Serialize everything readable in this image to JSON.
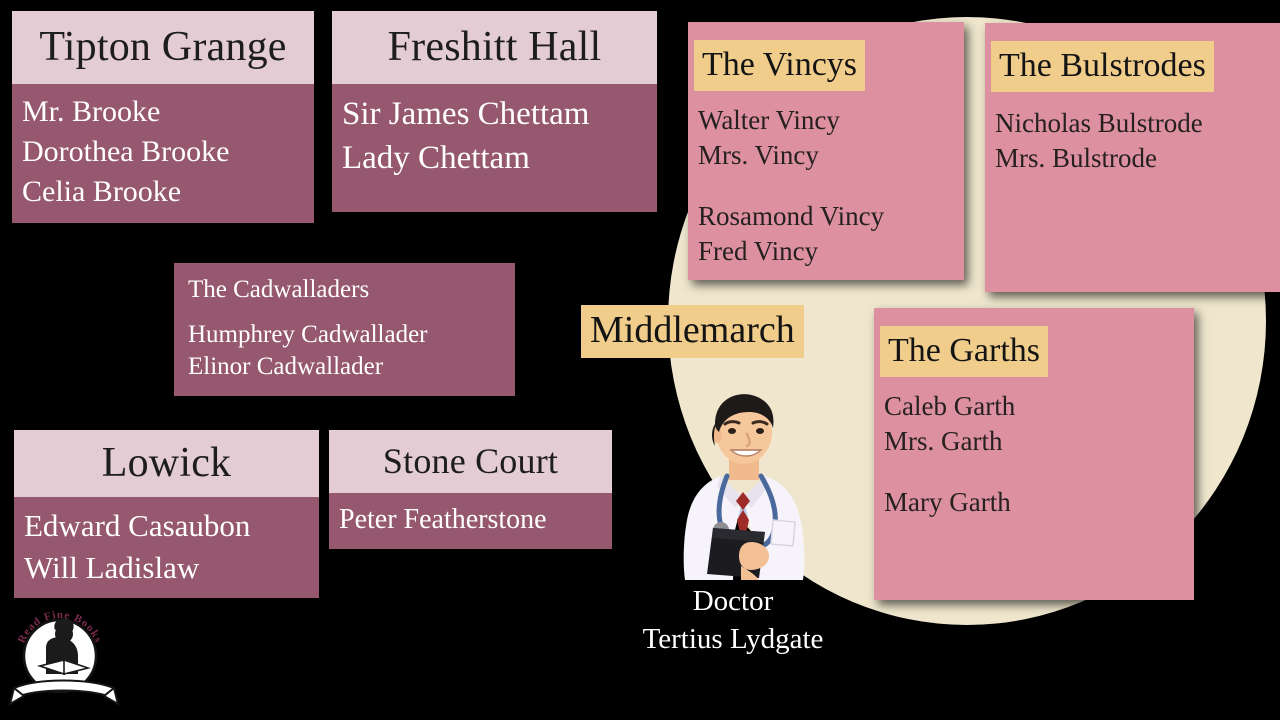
{
  "slide": {
    "background_color": "#000000",
    "circle_color": "#efe6cd",
    "accent_highlight": "#f0cd8b",
    "plum": "#96586f",
    "light_pink_header": "#e3ccd4",
    "rose_card": "#dd909f"
  },
  "estates": [
    {
      "title": "Tipton Grange",
      "people": [
        "Mr. Brooke",
        "Dorothea Brooke",
        "Celia Brooke"
      ]
    },
    {
      "title": "Freshitt Hall",
      "people": [
        "Sir James Chettam",
        "Lady Chettam"
      ]
    },
    {
      "title": "Lowick",
      "people": [
        "Edward Casaubon",
        "Will Ladislaw"
      ]
    },
    {
      "title": "Stone Court",
      "people": [
        "Peter Featherstone"
      ]
    }
  ],
  "cadwalladers": {
    "title": "The Cadwalladers",
    "people": [
      "Humphrey Cadwallader",
      "Elinor Cadwallader"
    ]
  },
  "town": {
    "label": "Middlemarch",
    "families": [
      {
        "title": "The Vincys",
        "group_one": [
          "Walter Vincy",
          "Mrs. Vincy"
        ],
        "group_two": [
          "Rosamond Vincy",
          "Fred Vincy"
        ]
      },
      {
        "title": "The Bulstrodes",
        "group_one": [
          "Nicholas Bulstrode",
          "Mrs. Bulstrode"
        ],
        "group_two": []
      },
      {
        "title": "The Garths",
        "group_one": [
          "Caleb Garth",
          "Mrs. Garth"
        ],
        "group_two": [
          "Mary Garth"
        ]
      }
    ],
    "doctor": {
      "role": "Doctor",
      "name": "Tertius Lydgate"
    }
  },
  "logo": {
    "text": "Read Fine Books"
  }
}
